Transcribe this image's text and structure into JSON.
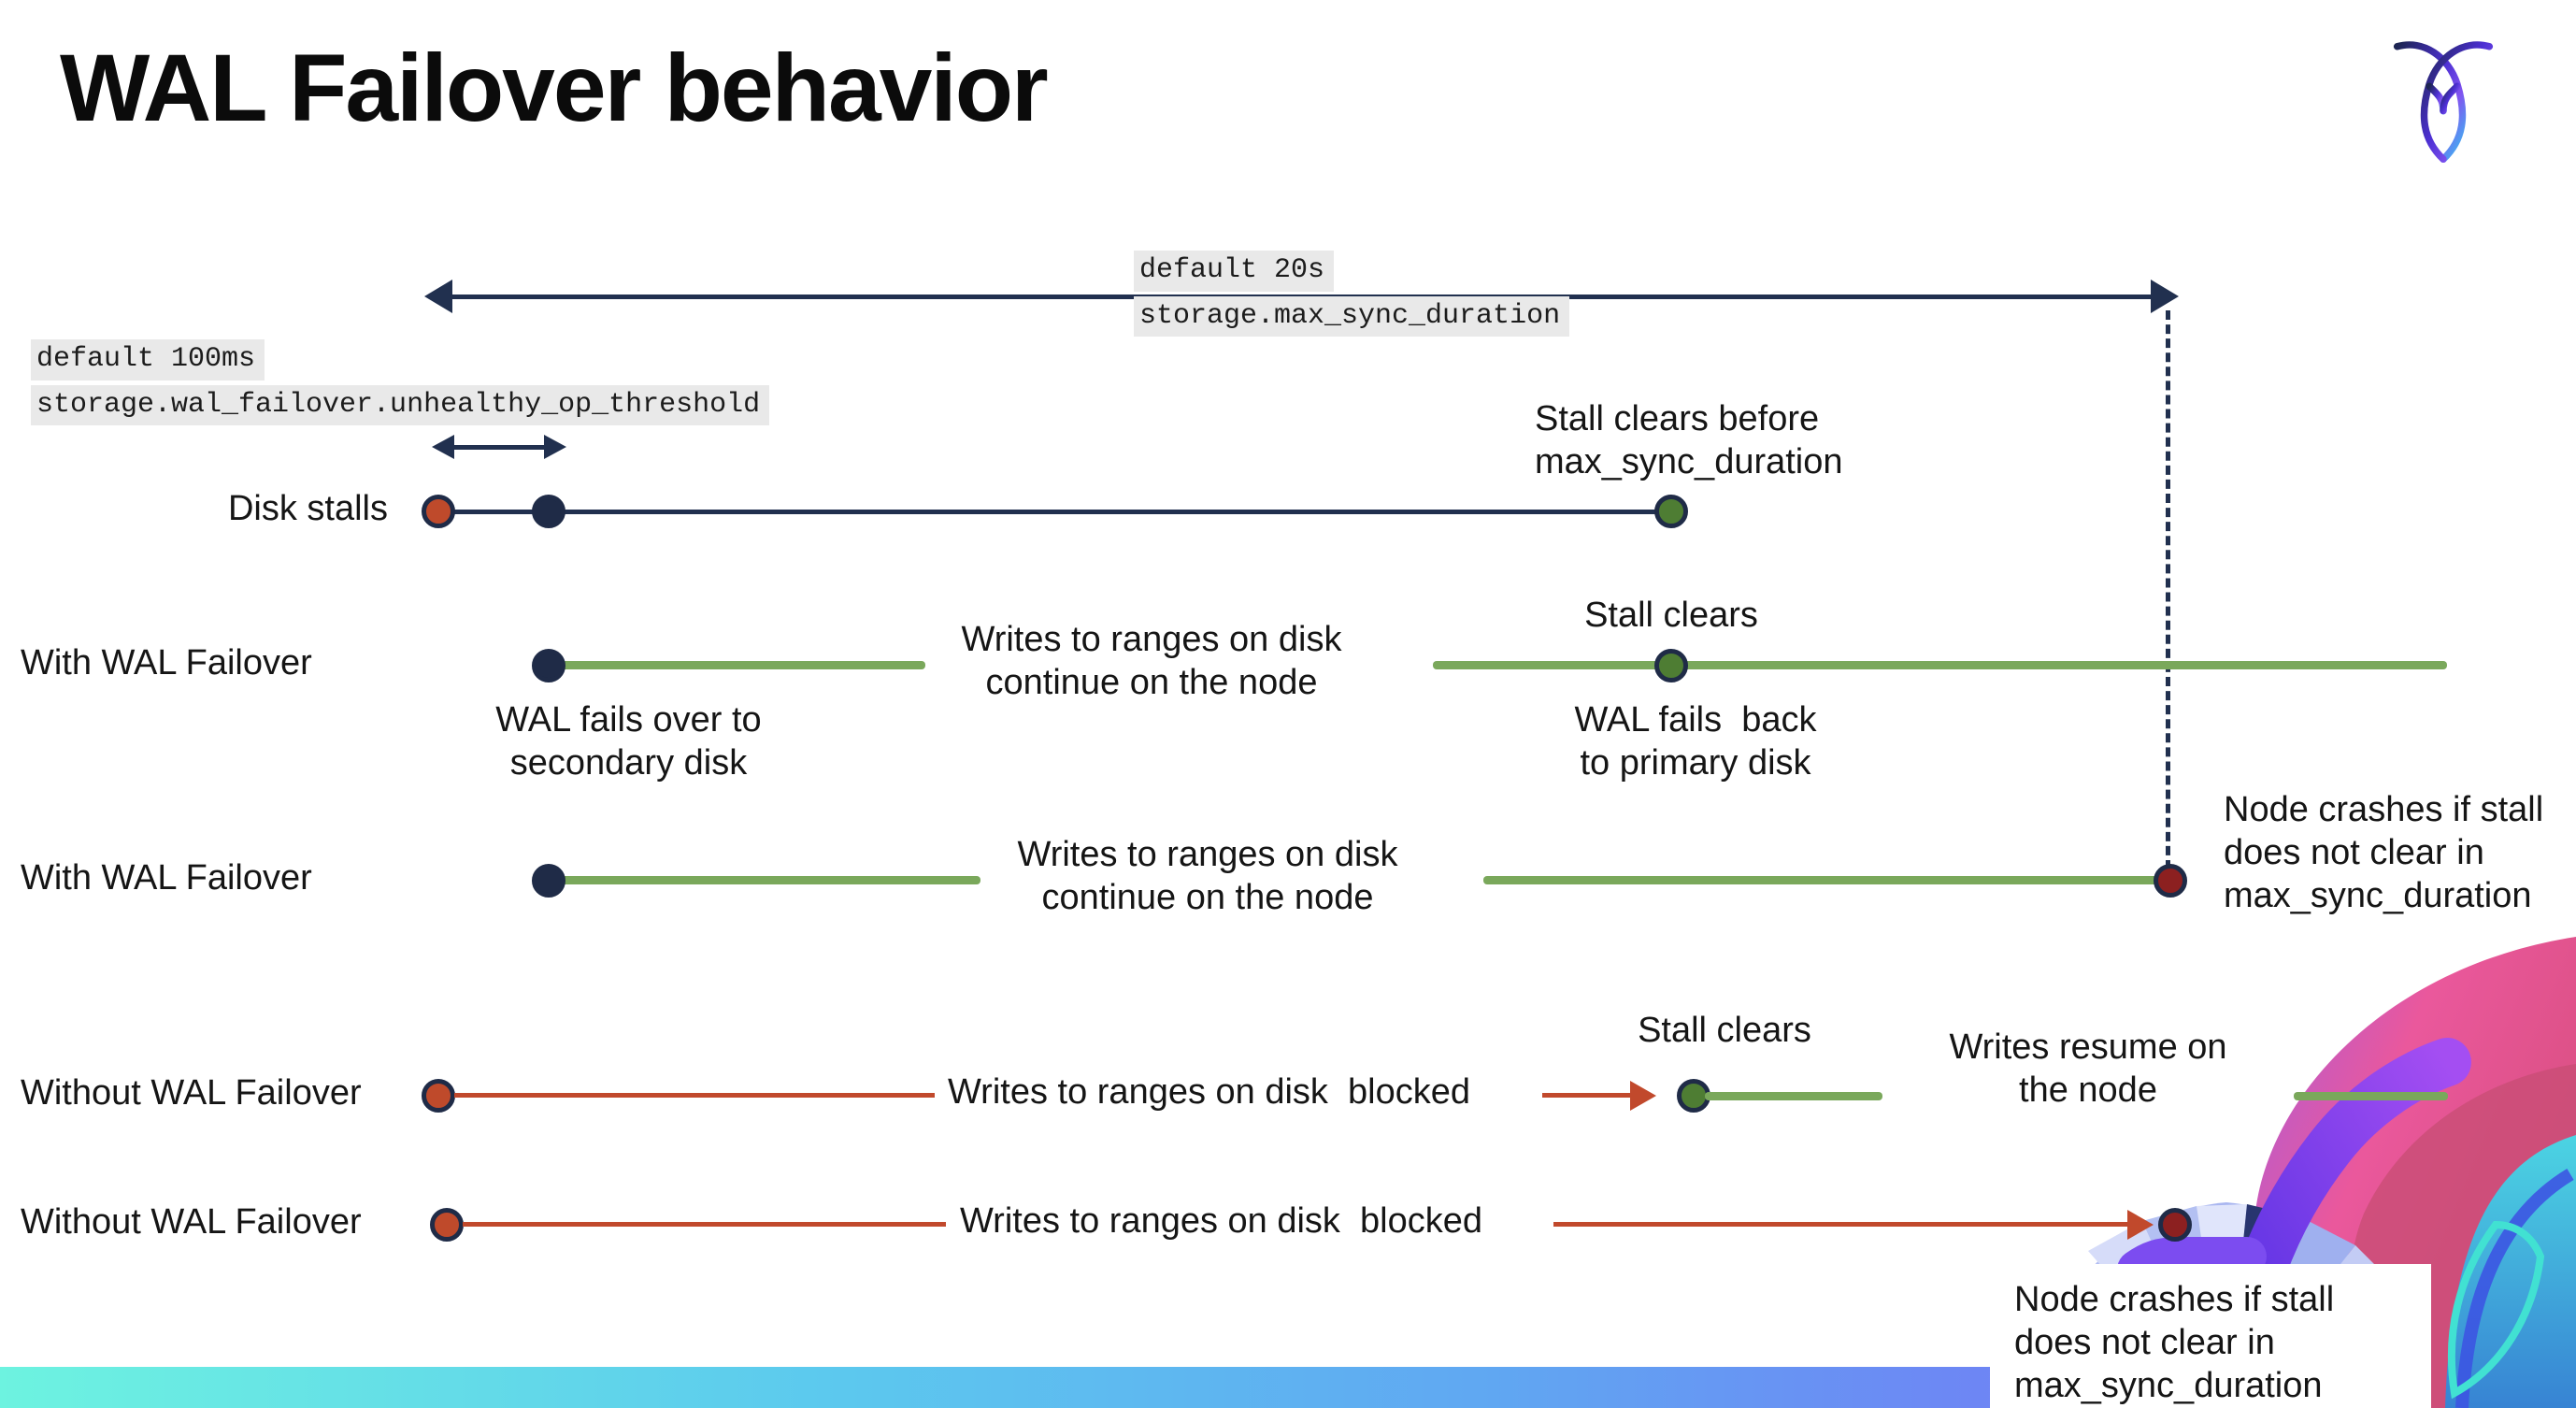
{
  "slide": {
    "title": "WAL Failover behavior"
  },
  "logo": {
    "name": "cockroachdb-logo"
  },
  "colors": {
    "navy": "#21304f",
    "red_line": "#c1492c",
    "red_dot_fill": "#bf4a2b",
    "dark_red_dot_fill": "#8c2020",
    "green_line": "#7aa85b",
    "green_dot_fill": "#4e7d33",
    "code_label_bg": "#e9e9e9",
    "footer_gradient_left": "#6df3e0",
    "footer_gradient_right": "#7e5af0"
  },
  "config_labels": {
    "max_sync": {
      "default_value": "default 20s",
      "setting_name": "storage.max_sync_duration"
    },
    "unhealthy_op": {
      "default_value": "default 100ms",
      "setting_name": "storage.wal_failover.unhealthy_op_threshold"
    }
  },
  "rows": {
    "disk_stalls": {
      "label": "Disk stalls",
      "clears_note": "Stall clears before\nmax_sync_duration"
    },
    "with_wal_failover_recovers": {
      "label": "With WAL Failover",
      "failover_note": "WAL fails over to\nsecondary disk",
      "writes_note": "Writes to ranges on disk\ncontinue on the node",
      "stall_clears": "Stall clears",
      "failback_note": "WAL fails  back\nto primary disk"
    },
    "with_wal_failover_crashes": {
      "label": "With WAL Failover",
      "writes_note": "Writes to ranges on disk\ncontinue on the node",
      "crash_note": "Node crashes if stall\ndoes not clear in\nmax_sync_duration"
    },
    "without_wal_failover_recovers": {
      "label": "Without WAL Failover",
      "blocked_note": "Writes to ranges on disk  blocked",
      "stall_clears": "Stall clears",
      "resume_note": "Writes resume on\nthe node"
    },
    "without_wal_failover_crashes": {
      "label": "Without WAL Failover",
      "blocked_note": "Writes to ranges on disk  blocked",
      "crash_note": "Node crashes if stall\ndoes not clear in\nmax_sync_duration"
    }
  }
}
